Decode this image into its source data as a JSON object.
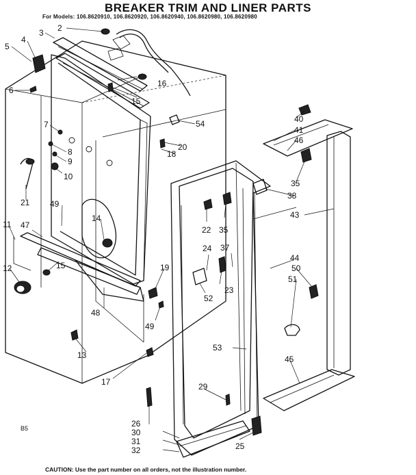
{
  "title": "BREAKER TRIM AND LINER PARTS",
  "models_line": "For Models: 106.8620910, 106.8620920, 106.8620940, 106.8620980, 106.8620980",
  "caution": "CAUTION: Use the part number on all orders, not the illustration number.",
  "figure_code": "B5",
  "callouts": [
    "2",
    "3",
    "4",
    "5",
    "6",
    "7",
    "8",
    "9",
    "10",
    "11",
    "12",
    "13",
    "14",
    "15",
    "15",
    "16",
    "17",
    "18",
    "19",
    "20",
    "21",
    "22",
    "23",
    "24",
    "25",
    "26",
    "29",
    "30",
    "31",
    "32",
    "35",
    "35",
    "37",
    "38",
    "40",
    "41",
    "43",
    "44",
    "45",
    "46",
    "47",
    "48",
    "49",
    "49",
    "50",
    "51",
    "52",
    "53",
    "54"
  ]
}
